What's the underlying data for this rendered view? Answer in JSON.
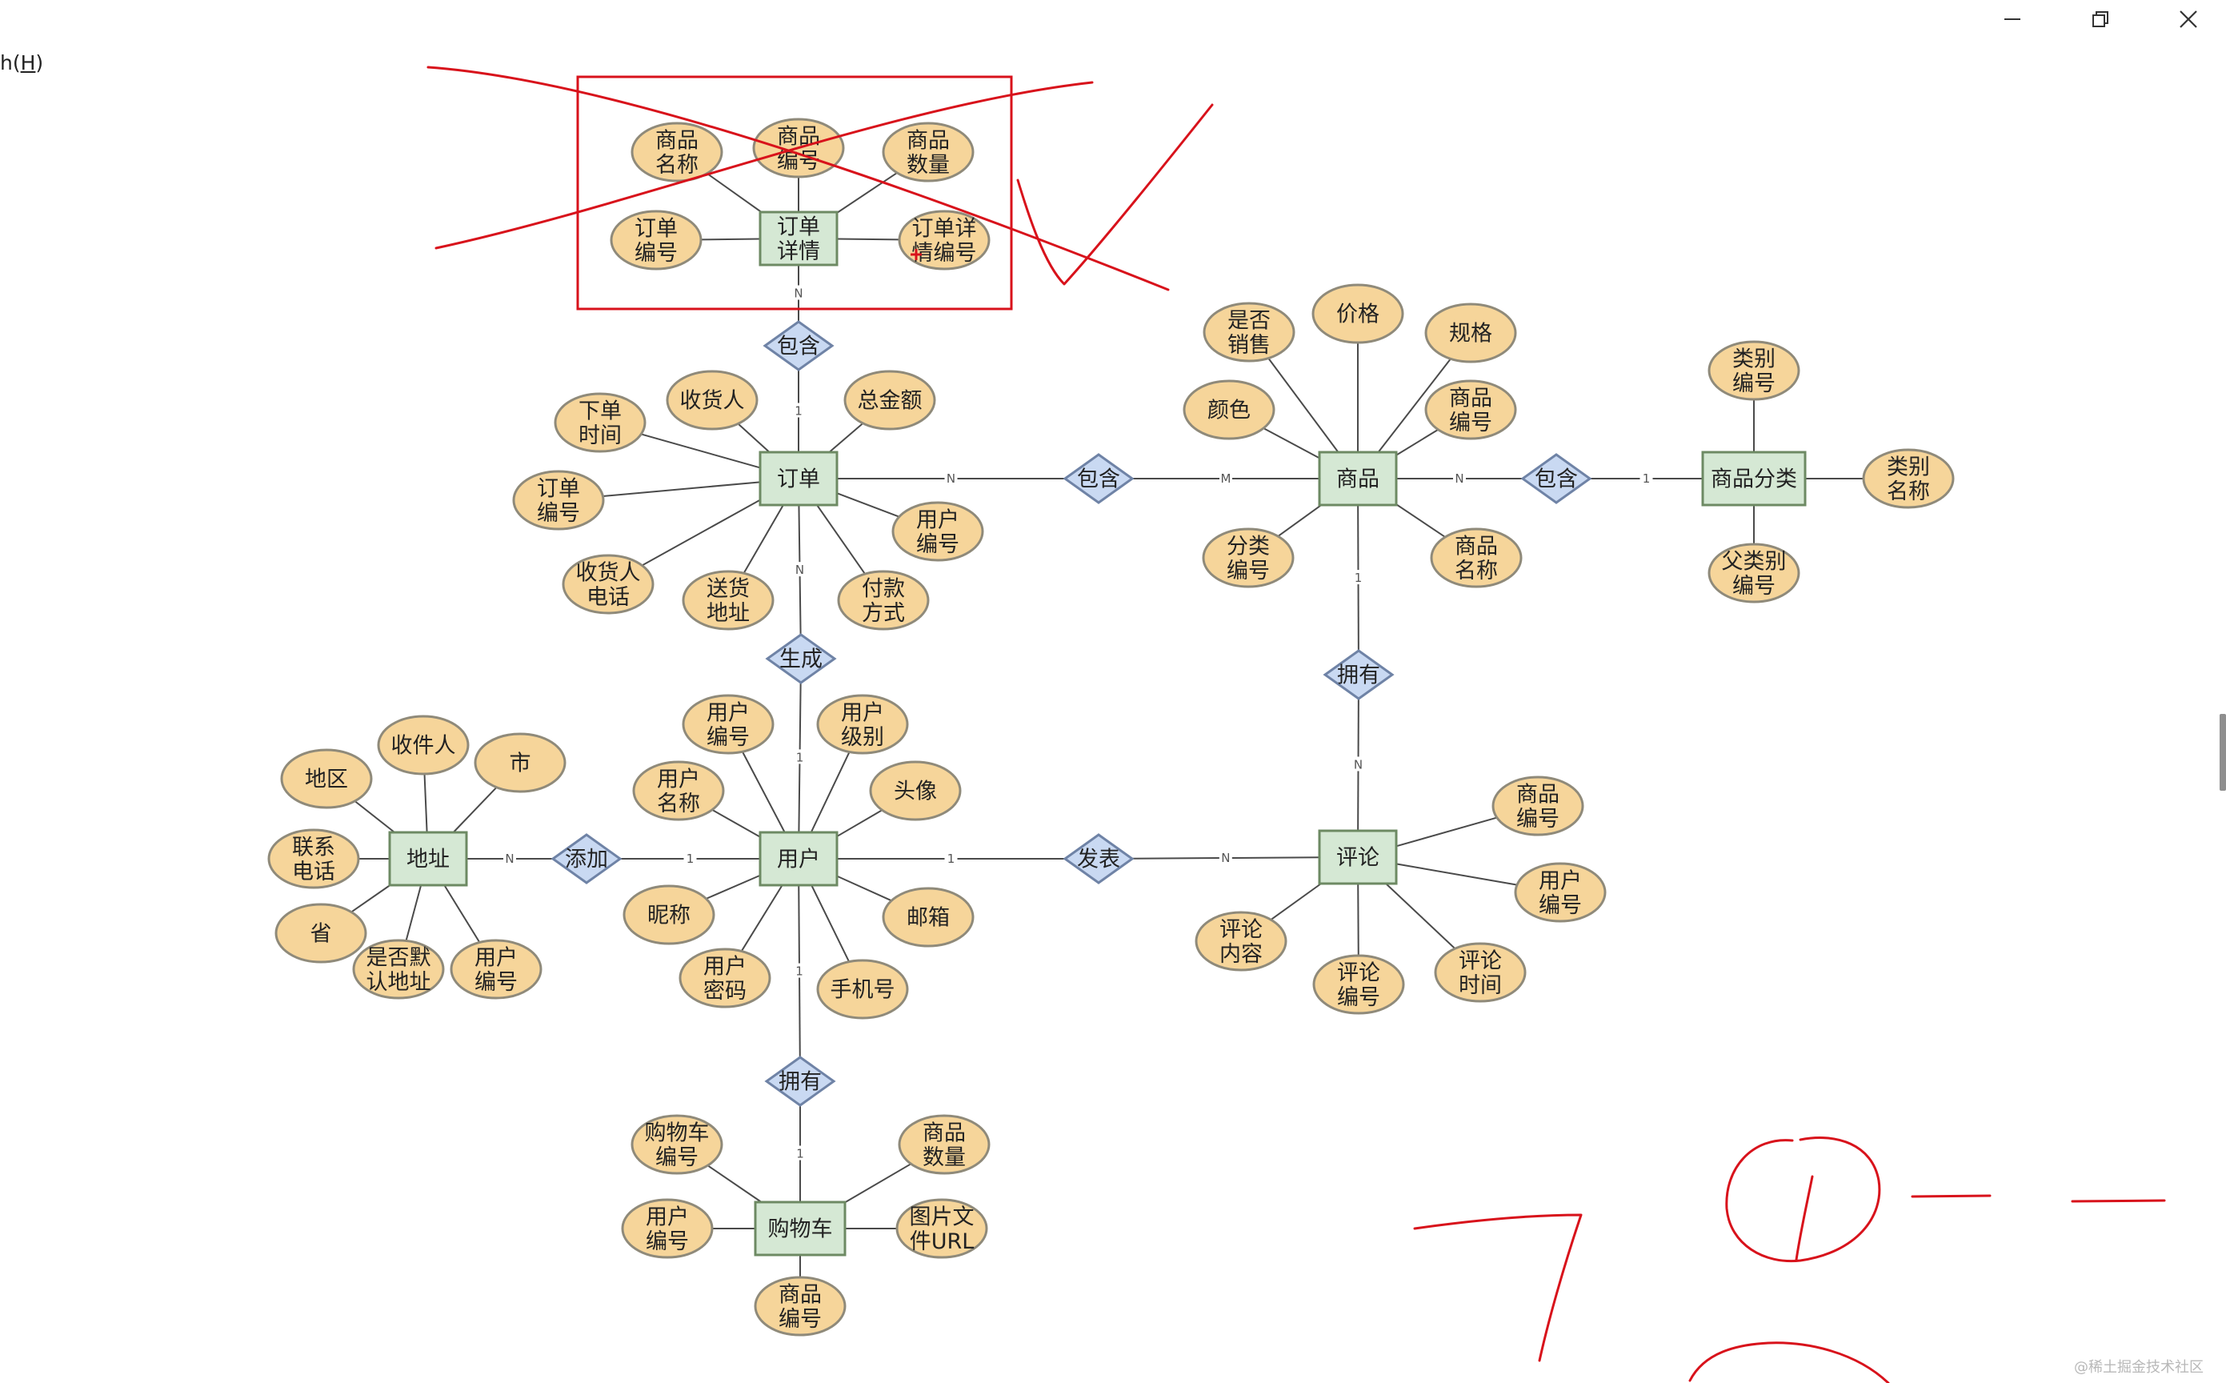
{
  "window": {
    "menu_help_prefix": "h(",
    "menu_help_accel": "H",
    "menu_help_suffix": ")",
    "minimize_icon": "minimize-icon",
    "restore_icon": "restore-icon",
    "close_icon": "close-icon"
  },
  "watermark": "@稀土掘金技术社区",
  "colors": {
    "entity_fill": "#d5e8d4",
    "entity_stroke": "#6d8a63",
    "attribute_fill": "#f6d59a",
    "attribute_stroke": "#8f8a7a",
    "relationship_fill": "#c9d9f2",
    "relationship_stroke": "#6f83a6",
    "annotation_ink": "#d8121b"
  },
  "diagram": {
    "entities": [
      {
        "id": "order_detail",
        "label": "订单\n详情"
      },
      {
        "id": "order",
        "label": "订单"
      },
      {
        "id": "product",
        "label": "商品"
      },
      {
        "id": "category",
        "label": "商品分类"
      },
      {
        "id": "user",
        "label": "用户"
      },
      {
        "id": "address",
        "label": "地址"
      },
      {
        "id": "comment",
        "label": "评论"
      },
      {
        "id": "cart",
        "label": "购物车"
      }
    ],
    "relationships": [
      {
        "id": "rel_order_detail",
        "label": "包含",
        "between": [
          "order_detail",
          "order"
        ],
        "cardinality": [
          "N",
          "1"
        ]
      },
      {
        "id": "rel_order_product",
        "label": "包含",
        "between": [
          "order",
          "product"
        ],
        "cardinality": [
          "N",
          "M"
        ]
      },
      {
        "id": "rel_product_category",
        "label": "包含",
        "between": [
          "product",
          "category"
        ],
        "cardinality": [
          "N",
          "1"
        ]
      },
      {
        "id": "rel_generate",
        "label": "生成",
        "between": [
          "order",
          "user"
        ],
        "cardinality": [
          "N",
          "1"
        ]
      },
      {
        "id": "rel_product_comment",
        "label": "拥有",
        "between": [
          "product",
          "comment"
        ],
        "cardinality": [
          "1",
          "N"
        ]
      },
      {
        "id": "rel_add",
        "label": "添加",
        "between": [
          "address",
          "user"
        ],
        "cardinality": [
          "N",
          "1"
        ]
      },
      {
        "id": "rel_publish",
        "label": "发表",
        "between": [
          "user",
          "comment"
        ],
        "cardinality": [
          "1",
          "N"
        ]
      },
      {
        "id": "rel_user_cart",
        "label": "拥有",
        "between": [
          "user",
          "cart"
        ],
        "cardinality": [
          "1",
          "1"
        ]
      }
    ],
    "attributes": [
      {
        "entity": "order_detail",
        "label": "商品\n名称"
      },
      {
        "entity": "order_detail",
        "label": "商品\n编号"
      },
      {
        "entity": "order_detail",
        "label": "商品\n数量"
      },
      {
        "entity": "order_detail",
        "label": "订单\n编号"
      },
      {
        "entity": "order_detail",
        "label": "订单详\n情编号"
      },
      {
        "entity": "order",
        "label": "下单\n时间"
      },
      {
        "entity": "order",
        "label": "收货人"
      },
      {
        "entity": "order",
        "label": "总金额"
      },
      {
        "entity": "order",
        "label": "订单\n编号"
      },
      {
        "entity": "order",
        "label": "用户\n编号"
      },
      {
        "entity": "order",
        "label": "收货人\n电话"
      },
      {
        "entity": "order",
        "label": "送货\n地址"
      },
      {
        "entity": "order",
        "label": "付款\n方式"
      },
      {
        "entity": "product",
        "label": "是否\n销售"
      },
      {
        "entity": "product",
        "label": "价格"
      },
      {
        "entity": "product",
        "label": "规格"
      },
      {
        "entity": "product",
        "label": "颜色"
      },
      {
        "entity": "product",
        "label": "商品\n编号"
      },
      {
        "entity": "product",
        "label": "分类\n编号"
      },
      {
        "entity": "product",
        "label": "商品\n名称"
      },
      {
        "entity": "category",
        "label": "类别\n编号"
      },
      {
        "entity": "category",
        "label": "类别\n名称"
      },
      {
        "entity": "category",
        "label": "父类别\n编号"
      },
      {
        "entity": "user",
        "label": "用户\n编号"
      },
      {
        "entity": "user",
        "label": "用户\n级别"
      },
      {
        "entity": "user",
        "label": "用户\n名称"
      },
      {
        "entity": "user",
        "label": "头像"
      },
      {
        "entity": "user",
        "label": "昵称"
      },
      {
        "entity": "user",
        "label": "邮箱"
      },
      {
        "entity": "user",
        "label": "用户\n密码"
      },
      {
        "entity": "user",
        "label": "手机号"
      },
      {
        "entity": "address",
        "label": "地区"
      },
      {
        "entity": "address",
        "label": "收件人"
      },
      {
        "entity": "address",
        "label": "市"
      },
      {
        "entity": "address",
        "label": "联系\n电话"
      },
      {
        "entity": "address",
        "label": "省"
      },
      {
        "entity": "address",
        "label": "是否默\n认地址"
      },
      {
        "entity": "address",
        "label": "用户\n编号"
      },
      {
        "entity": "comment",
        "label": "商品\n编号"
      },
      {
        "entity": "comment",
        "label": "用户\n编号"
      },
      {
        "entity": "comment",
        "label": "评论\n内容"
      },
      {
        "entity": "comment",
        "label": "评论\n编号"
      },
      {
        "entity": "comment",
        "label": "评论\n时间"
      },
      {
        "entity": "cart",
        "label": "购物车\n编号"
      },
      {
        "entity": "cart",
        "label": "商品\n数量"
      },
      {
        "entity": "cart",
        "label": "用户\n编号"
      },
      {
        "entity": "cart",
        "label": "图片文\n件URL"
      },
      {
        "entity": "cart",
        "label": "商品\n编号"
      }
    ]
  },
  "annotations": {
    "crossed_out_entity": "order_detail",
    "items": [
      "cross-out-x",
      "highlight-box",
      "check-mark",
      "handwritten-7",
      "handwritten-circle",
      "handwritten-dashes",
      "handwritten-curve"
    ]
  }
}
